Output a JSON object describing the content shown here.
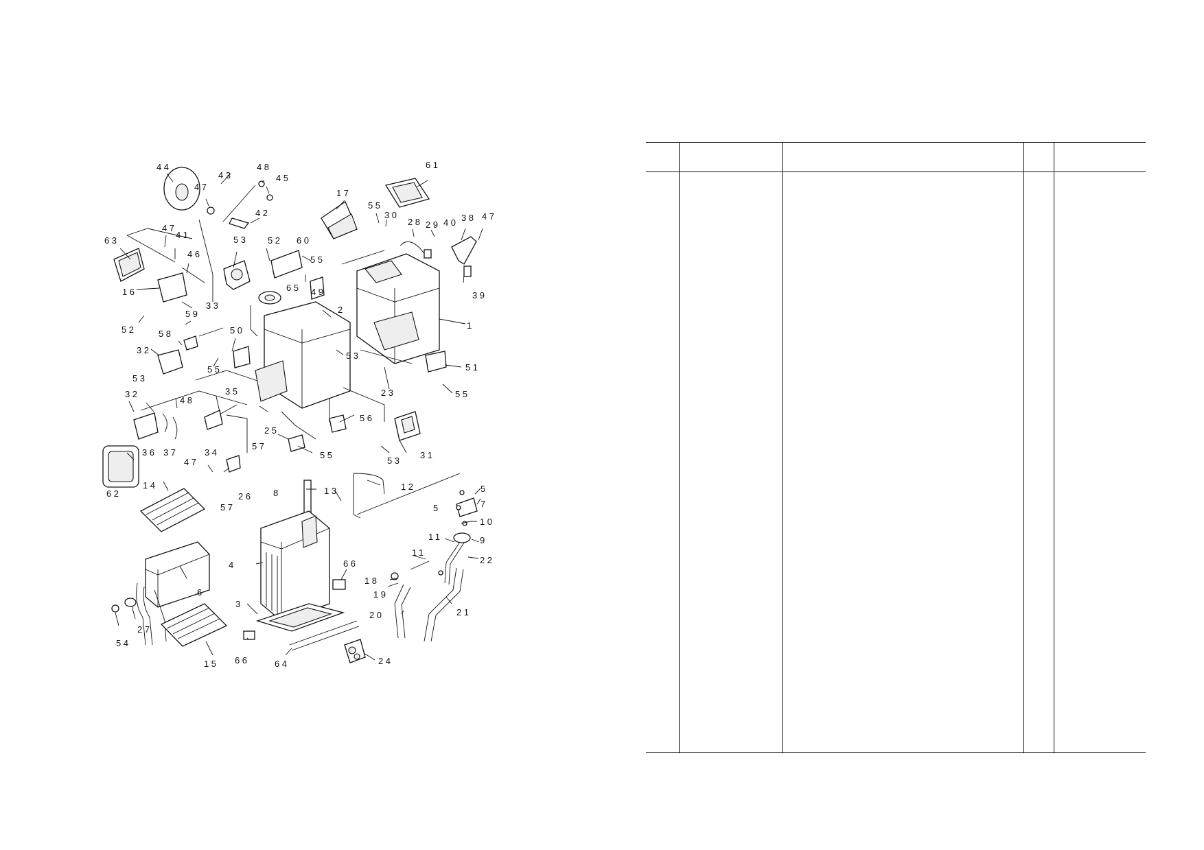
{
  "diagram": {
    "labels": [
      "44",
      "47",
      "43",
      "48",
      "45",
      "42",
      "17",
      "61",
      "55",
      "30",
      "28",
      "29",
      "40",
      "38",
      "47",
      "39",
      "63",
      "47",
      "41",
      "46",
      "16",
      "52",
      "53",
      "52",
      "60",
      "55",
      "65",
      "33",
      "49",
      "59",
      "58",
      "2",
      "1",
      "32",
      "50",
      "55",
      "53",
      "23",
      "51",
      "55",
      "53",
      "32",
      "48",
      "35",
      "56",
      "25",
      "36",
      "37",
      "47",
      "34",
      "57",
      "55",
      "53",
      "31",
      "62",
      "14",
      "57",
      "26",
      "8",
      "13",
      "12",
      "5",
      "5",
      "7",
      "10",
      "11",
      "9",
      "4",
      "66",
      "22",
      "11",
      "18",
      "19",
      "6",
      "20",
      "21",
      "54",
      "27",
      "3",
      "66",
      "64",
      "24",
      "15"
    ]
  },
  "table": {
    "headers": [
      "",
      "",
      "",
      "",
      ""
    ],
    "rows": []
  }
}
